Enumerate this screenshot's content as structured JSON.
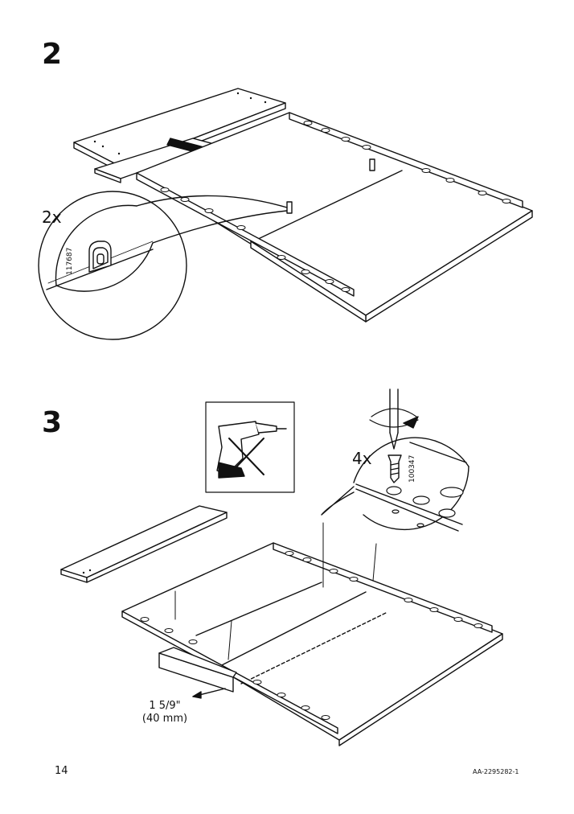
{
  "step2": {
    "number": "2",
    "quantity": "2x",
    "part_code": "117687"
  },
  "step3": {
    "number": "3",
    "quantity": "4x",
    "part_code": "100347",
    "measurement_imperial": "1 5/9\"",
    "measurement_metric": "(40 mm)"
  },
  "footer": {
    "page_number": "14",
    "document_code": "AA-2295282-1"
  }
}
